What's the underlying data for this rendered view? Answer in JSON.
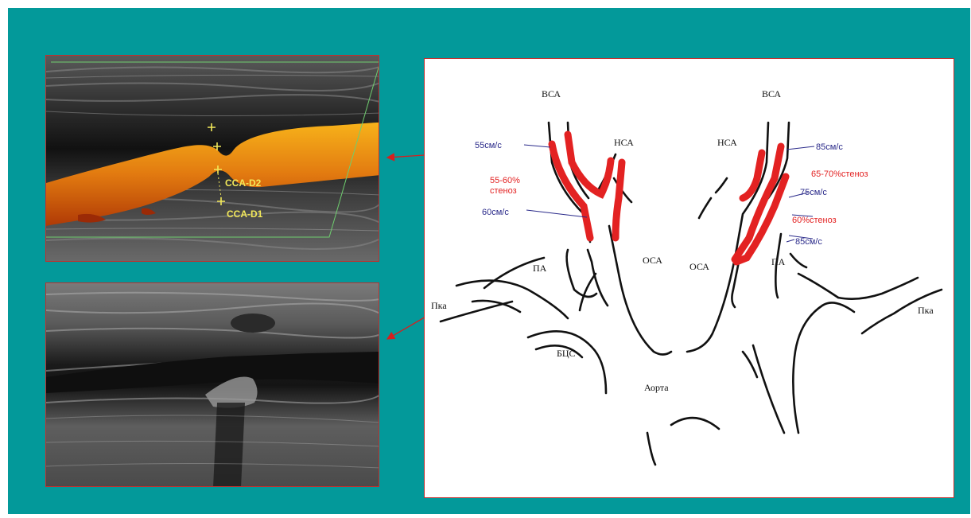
{
  "ultrasound_top": {
    "measurement_labels": [
      "CCA-D2",
      "CCA-D1"
    ]
  },
  "diagram": {
    "vessel_labels": {
      "bca_left": "ВСА",
      "bca_right": "ВСА",
      "hca_left": "НСА",
      "hca_right": "НСА",
      "oca_left": "ОСА",
      "oca_right": "ОСА",
      "pa_left": "ПА",
      "pa_right": "ПА",
      "pka_left": "Пка",
      "pka_right": "Пка",
      "btss": "БЦС",
      "aorta": "Аорта"
    },
    "annotations_left": {
      "vel_top": "55см/с",
      "stenosis_line1": "55-60%",
      "stenosis_line2": "стеноз",
      "vel_bottom": "60см/с"
    },
    "annotations_right": {
      "vel_top": "85см/с",
      "stenosis_top": "65-70%стеноз",
      "vel_mid": "75см/с",
      "stenosis_mid": "60%стеноз",
      "vel_bottom": "85см/с"
    },
    "colors": {
      "stenosis_red": "#e32222",
      "velocity_blue": "#2a2a8a",
      "background": "#03999a",
      "frame_red": "#c0302e"
    }
  }
}
